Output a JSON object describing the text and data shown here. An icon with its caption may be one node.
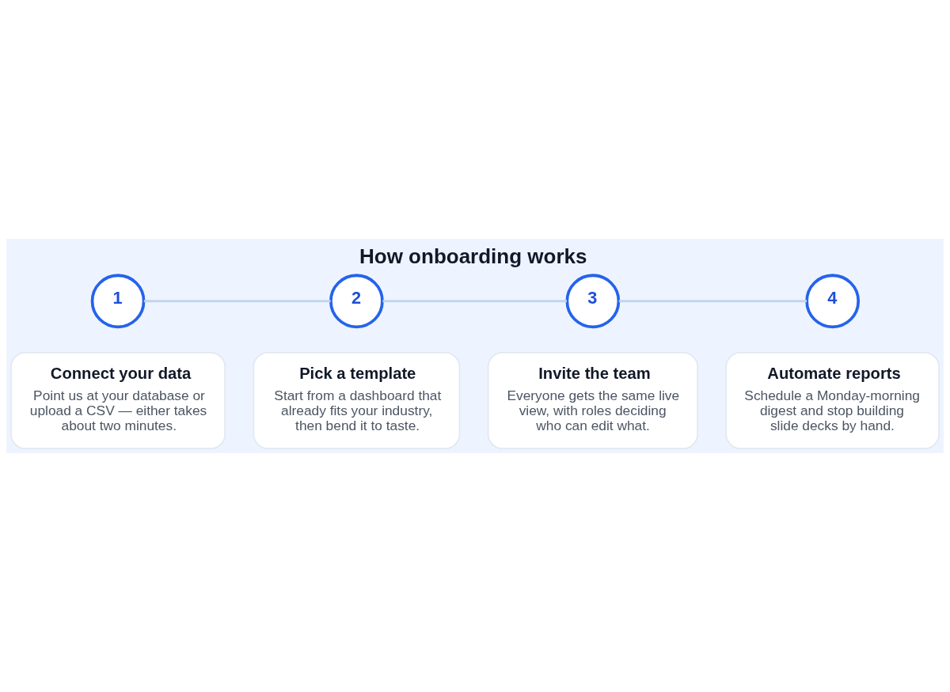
{
  "diagram": {
    "title": "How onboarding works",
    "nodes": [
      {
        "text": [
          "1"
        ]
      },
      {
        "text": [
          "2"
        ]
      },
      {
        "text": [
          "3"
        ]
      },
      {
        "text": [
          "4"
        ]
      },
      {
        "text": [
          "Connect your data",
          "Point us at your database or upload a CSV — either takes about two minutes."
        ]
      },
      {
        "text": [
          "Pick a template",
          "Start from a dashboard that already fits your industry, then bend it to taste."
        ]
      },
      {
        "text": [
          "Invite the team",
          "Everyone gets the same live view, with roles deciding who can edit what."
        ]
      },
      {
        "text": [
          "Automate reports",
          "Schedule a Monday-morning digest and stop building slide decks by hand."
        ]
      }
    ],
    "edges": [
      {
        "from": 0,
        "to": 1,
        "arrow": "none"
      },
      {
        "from": 1,
        "to": 2,
        "arrow": "none"
      },
      {
        "from": 2,
        "to": 3,
        "arrow": "none"
      }
    ]
  }
}
